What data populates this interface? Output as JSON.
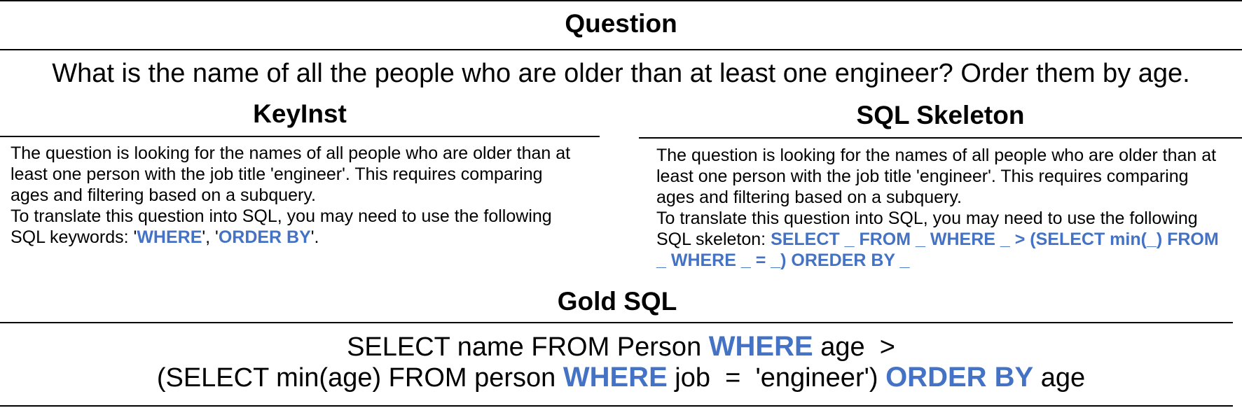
{
  "accent_color": "#4472c4",
  "question": {
    "heading": "Question",
    "text": "What is the name of all the people who are older than at least one engineer? Order them by age."
  },
  "keyinst": {
    "heading": "KeyInst",
    "line1": "The question is looking for the names of all people who are older than at least one person with the job title 'engineer'. This requires comparing ages and filtering based on a subquery.",
    "line2_prefix": "To translate this question into SQL, you may need to use the following SQL keywords: '",
    "keyword1": "WHERE",
    "separator": "', '",
    "keyword2": "ORDER BY",
    "suffix": "'."
  },
  "skeleton": {
    "heading": "SQL Skeleton",
    "line1": "The question is looking for the names of all people who are older than at least one person with the job title 'engineer'. This requires comparing ages and filtering based on a subquery.",
    "line2_prefix": "To translate this question into SQL, you may need to use the following SQL skeleton: ",
    "skeleton_sql": "SELECT _ FROM _ WHERE _ > (SELECT min(_) FROM _ WHERE _ = _) OREDER BY _"
  },
  "gold_sql": {
    "heading": "Gold SQL",
    "line1_part1": "SELECT name FROM Person ",
    "line1_kw": "WHERE",
    "line1_part2": " age  >",
    "line2_part1": "(SELECT min(age) FROM person ",
    "line2_kw1": "WHERE",
    "line2_part2": " job  =  'engineer') ",
    "line2_kw2": "ORDER BY",
    "line2_part3": " age"
  }
}
